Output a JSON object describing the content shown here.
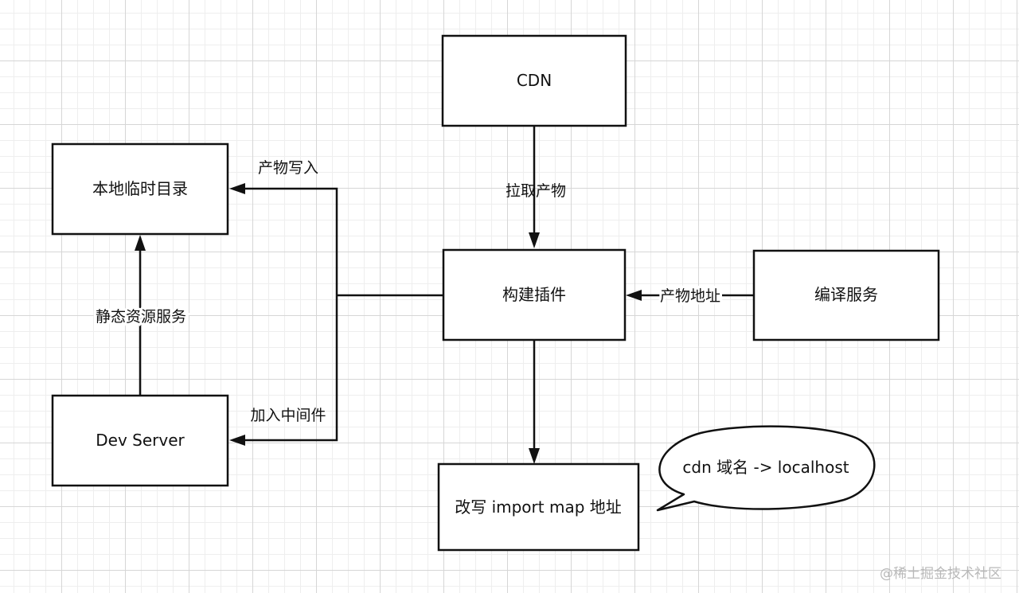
{
  "nodes": {
    "cdn": "CDN",
    "local_temp_dir": "本地临时目录",
    "build_plugin": "构建插件",
    "compile_service": "编译服务",
    "dev_server": "Dev Server",
    "rewrite_import_map": "改写 import map 地址"
  },
  "edges": {
    "fetch_artifacts": "拉取产物",
    "write_artifacts": "产物写入",
    "artifact_address": "产物地址",
    "static_resource_service": "静态资源服务",
    "add_middleware": "加入中间件"
  },
  "callout": {
    "text": "cdn 域名 -> localhost"
  },
  "watermark": "@稀土掘金技术社区"
}
